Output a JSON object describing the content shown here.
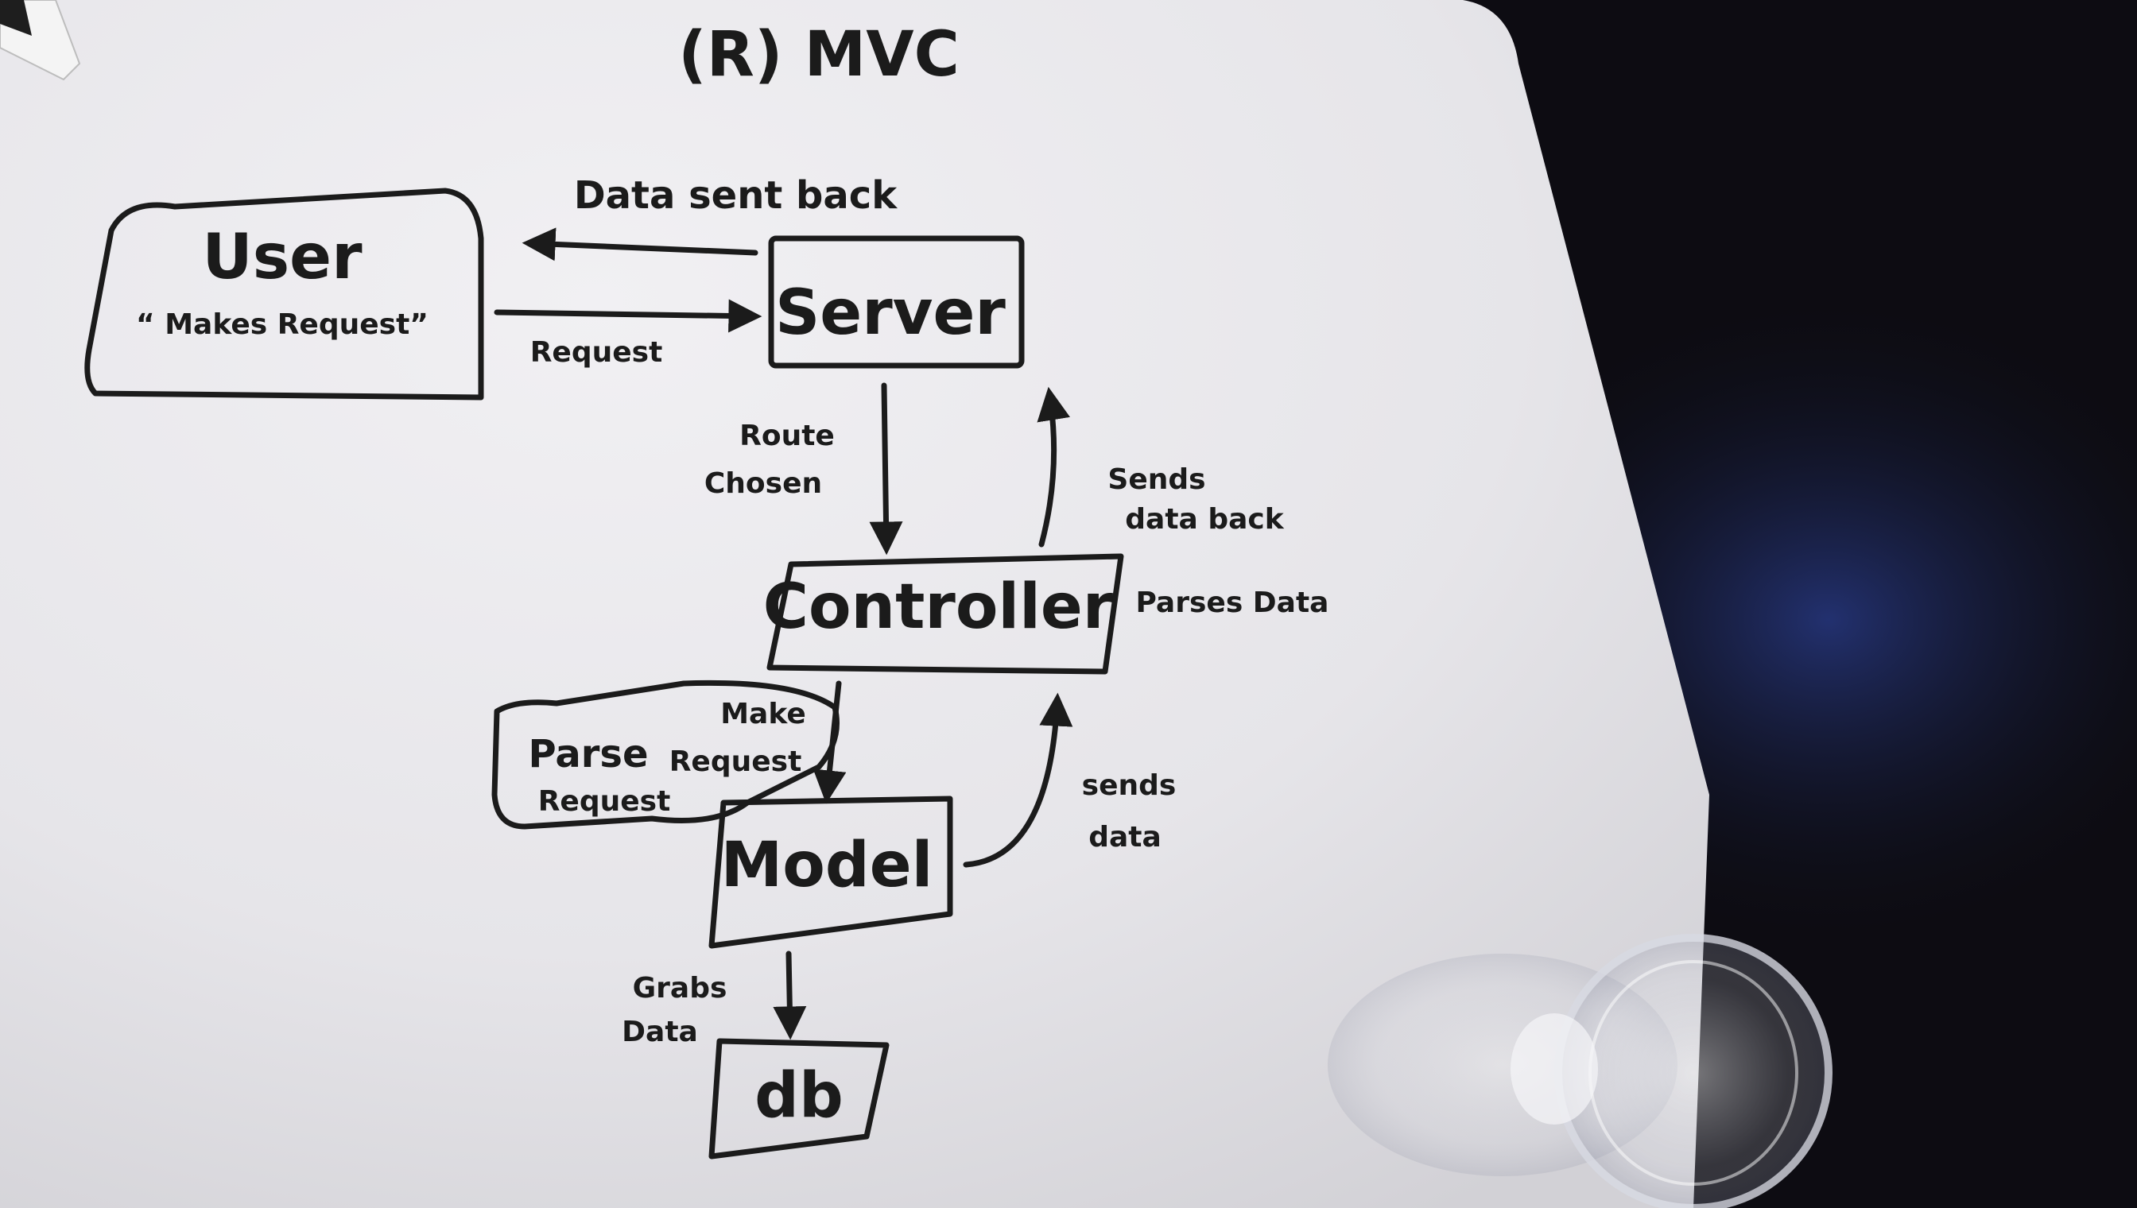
{
  "title": "(R) MVC",
  "colors": {
    "ink": "#1b1b1b",
    "whiteboard": "#e9e8ec",
    "table": "#0d0c12",
    "table_glow": "#1f2c66"
  },
  "nodes": {
    "user": {
      "label": "User",
      "sublabel": "“ Makes Request”"
    },
    "server": {
      "label": "Server"
    },
    "controller": {
      "label": "Controller"
    },
    "parse_note": {
      "label_a": "Parse",
      "label_b": "Request"
    },
    "model": {
      "label": "Model"
    },
    "db": {
      "label": "db"
    }
  },
  "edges": {
    "data_sent_back": "Data sent back",
    "request": "Request",
    "route_chosen_1": "Route",
    "route_chosen_2": "Chosen",
    "sends_data_back_1": "Sends",
    "sends_data_back_2": "data back",
    "parses_data": "Parses Data",
    "make_request_1": "Make",
    "make_request_2": "Request",
    "sends_data_1": "sends",
    "sends_data_2": "data",
    "grabs_data_1": "Grabs",
    "grabs_data_2": "Data"
  },
  "objects": {
    "marker": "marker-icon",
    "cup": "plastic-cup-icon"
  }
}
